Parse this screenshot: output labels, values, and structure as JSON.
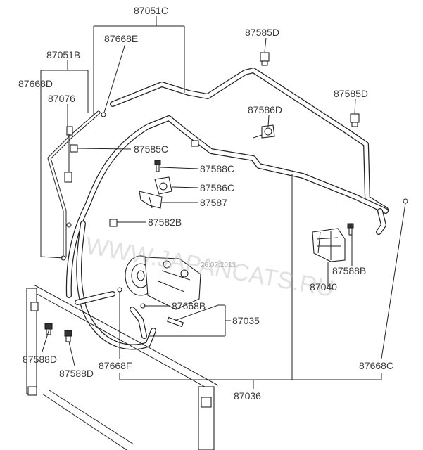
{
  "labels": {
    "p87051C": "87051C",
    "p87668E": "87668E",
    "p87585D_top": "87585D",
    "p87051B": "87051B",
    "p87668D": "87668D",
    "p87076": "87076",
    "p87585D_right": "87585D",
    "p87586D": "87586D",
    "p87585C": "87585C",
    "p87588C": "87588C",
    "p87586C": "87586C",
    "p87587": "87587",
    "p87582B": "87582B",
    "p87588B": "87588B",
    "p87040": "87040",
    "p87668B": "87668B",
    "p87035": "87035",
    "p87588D_1": "87588D",
    "p87588D_2": "87588D",
    "p87668F": "87668F",
    "p87668C": "87668C",
    "p87036": "87036"
  },
  "watermark": {
    "text": "WWW.JAPANCATS.RU",
    "date": "26.07.2013"
  },
  "colors": {
    "line": "#222222",
    "label": "#3a3a3a",
    "background": "#ffffff",
    "watermark": "#c9c9c9"
  }
}
